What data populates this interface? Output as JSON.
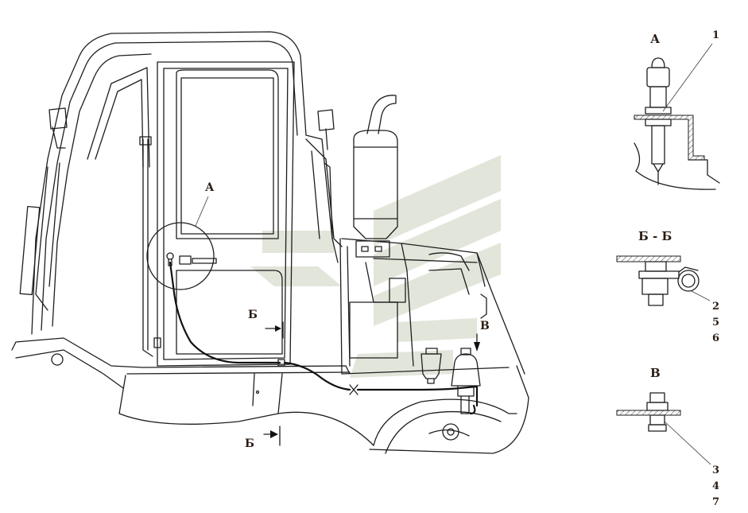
{
  "labels": {
    "view_a_main": "А",
    "section_b_top": "Б",
    "section_b_bottom": "Б",
    "view_v_main": "В",
    "detail_a_title": "А",
    "detail_bb_title": "Б - Б",
    "detail_v_title": "В"
  },
  "callouts": {
    "detail_a": [
      "1"
    ],
    "detail_bb": [
      "2",
      "5",
      "6"
    ],
    "detail_v": [
      "3",
      "4",
      "7"
    ]
  },
  "colors": {
    "line": "#1e1e1e",
    "label_text": "#2b1d14",
    "watermark": "#dfe2d6",
    "background": "#ffffff"
  }
}
